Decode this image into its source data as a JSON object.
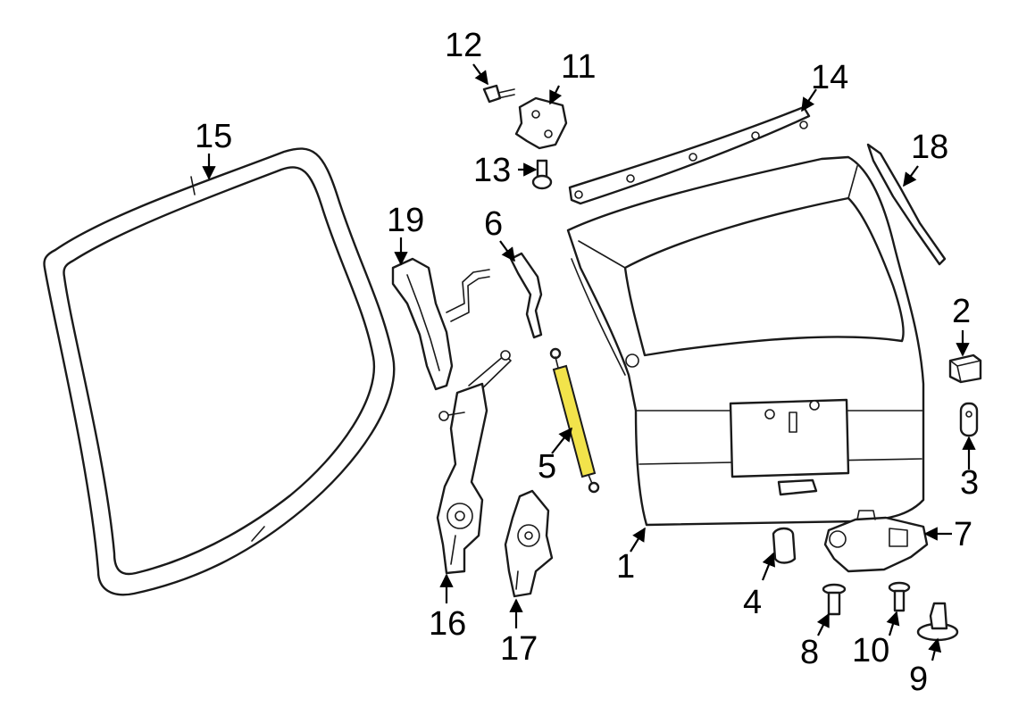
{
  "diagram": {
    "highlight_color": "#f2e34b",
    "line_color": "#1a1a1a",
    "callouts": [
      {
        "id": "1",
        "label": "1"
      },
      {
        "id": "2",
        "label": "2"
      },
      {
        "id": "3",
        "label": "3"
      },
      {
        "id": "4",
        "label": "4"
      },
      {
        "id": "5",
        "label": "5"
      },
      {
        "id": "6",
        "label": "6"
      },
      {
        "id": "7",
        "label": "7"
      },
      {
        "id": "8",
        "label": "8"
      },
      {
        "id": "9",
        "label": "9"
      },
      {
        "id": "10",
        "label": "10"
      },
      {
        "id": "11",
        "label": "11"
      },
      {
        "id": "12",
        "label": "12"
      },
      {
        "id": "13",
        "label": "13"
      },
      {
        "id": "14",
        "label": "14"
      },
      {
        "id": "15",
        "label": "15"
      },
      {
        "id": "16",
        "label": "16"
      },
      {
        "id": "17",
        "label": "17"
      },
      {
        "id": "18",
        "label": "18"
      },
      {
        "id": "19",
        "label": "19"
      }
    ]
  }
}
